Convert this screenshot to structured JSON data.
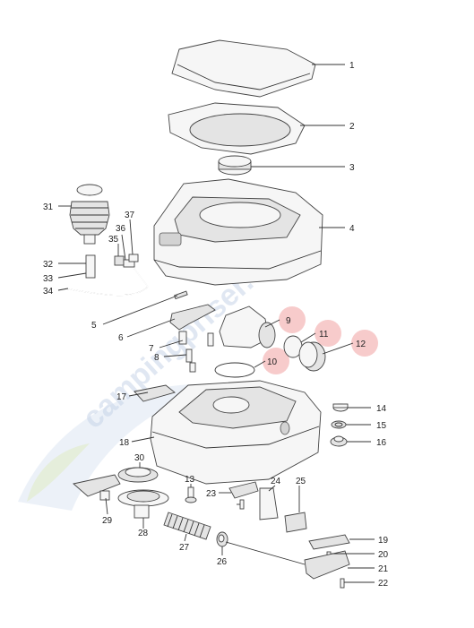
{
  "watermark": {
    "text": "campingpriser.dk",
    "color": "#c7d4e8"
  },
  "highlight_color": "#f4b9b9",
  "part_labels": [
    "1",
    "2",
    "3",
    "4",
    "5",
    "6",
    "7",
    "8",
    "9",
    "10",
    "11",
    "12",
    "13",
    "14",
    "15",
    "16",
    "17",
    "18",
    "19",
    "20",
    "21",
    "22",
    "23",
    "24",
    "25",
    "26",
    "27",
    "28",
    "29",
    "30",
    "31",
    "32",
    "33",
    "34",
    "35",
    "36",
    "37"
  ],
  "highlighted_parts": [
    "9",
    "10",
    "11",
    "12"
  ]
}
